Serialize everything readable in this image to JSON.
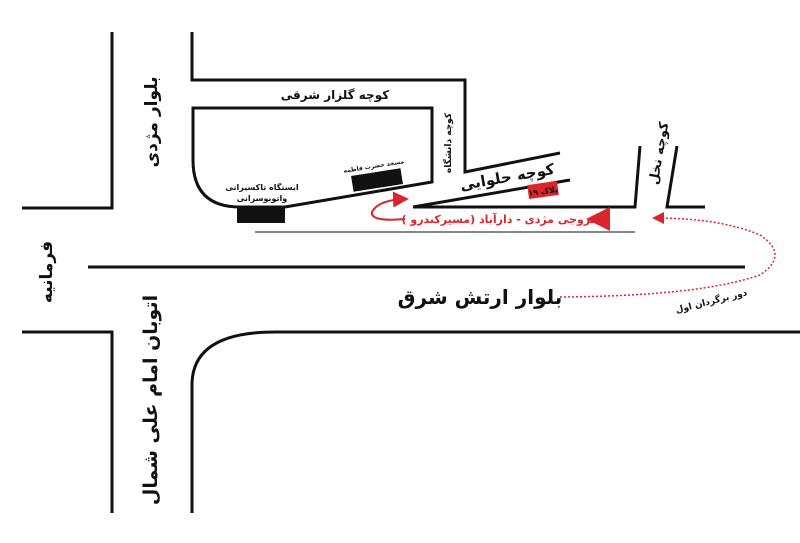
{
  "map": {
    "streets": {
      "mozhdeh_blvd": "بلوار مژدی",
      "golzar_alley": "کوچه گلزار شرقی",
      "daneshgah_alley": "کوچه دانشگاه",
      "halvaei_alley": "کوچه حلوایی",
      "nakhl_alley": "کوچه نخل",
      "artesh_blvd": "بلوار ارتش شرق",
      "farmanieh": "فرمانیه",
      "imam_ali_highway": "اتوبان امام علی شمال"
    },
    "landmarks": {
      "taxi_station_line1": "ایستگاه تاکسیرانی",
      "taxi_station_line2": "واتوبوسرانی",
      "mosque": "مسجد حضرت فاطمه",
      "plate": "پلاک ۱۹"
    },
    "route": {
      "exit_label": "خروجی مژدی - دارآباد (مسیرکندرو )",
      "u_turn_label": "دور برگردان اول"
    },
    "colors": {
      "route": "#d9262c",
      "road": "#111111",
      "gray_line": "#888888"
    }
  }
}
